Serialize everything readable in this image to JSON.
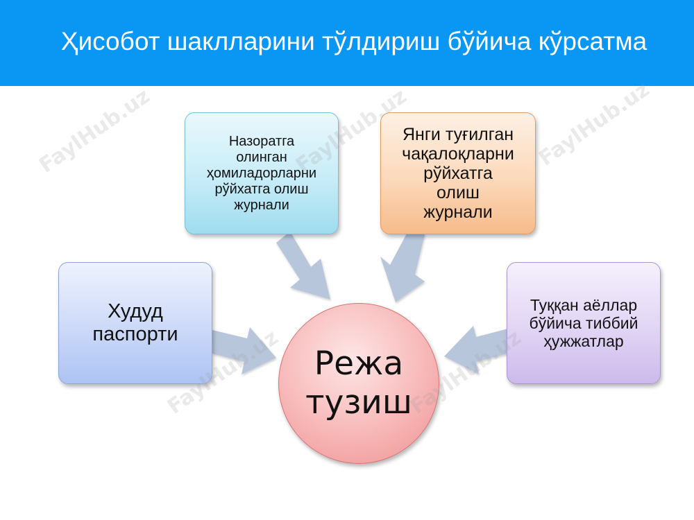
{
  "title": "Ҳисобот шаклларини тўлдириш бўйича кўрсатма",
  "nodes": {
    "top_left": [
      "Назоратга",
      "олинган",
      "ҳомиладорларни",
      "рўйхатга олиш",
      "журнали"
    ],
    "top_right": [
      "Янги туғилган",
      "чақалоқларни",
      "рўйхатга",
      "олиш",
      "журнали"
    ],
    "left": [
      "Худуд",
      "паспорти"
    ],
    "right": [
      "Туққан аёллар",
      "бўйича тиббий",
      "ҳужжатлар"
    ],
    "center": [
      "Режа",
      "тузиш"
    ]
  },
  "watermark": "FaylHub.uz",
  "colors": {
    "header": "#0a96f3",
    "arrow": "#b8c6dc"
  }
}
